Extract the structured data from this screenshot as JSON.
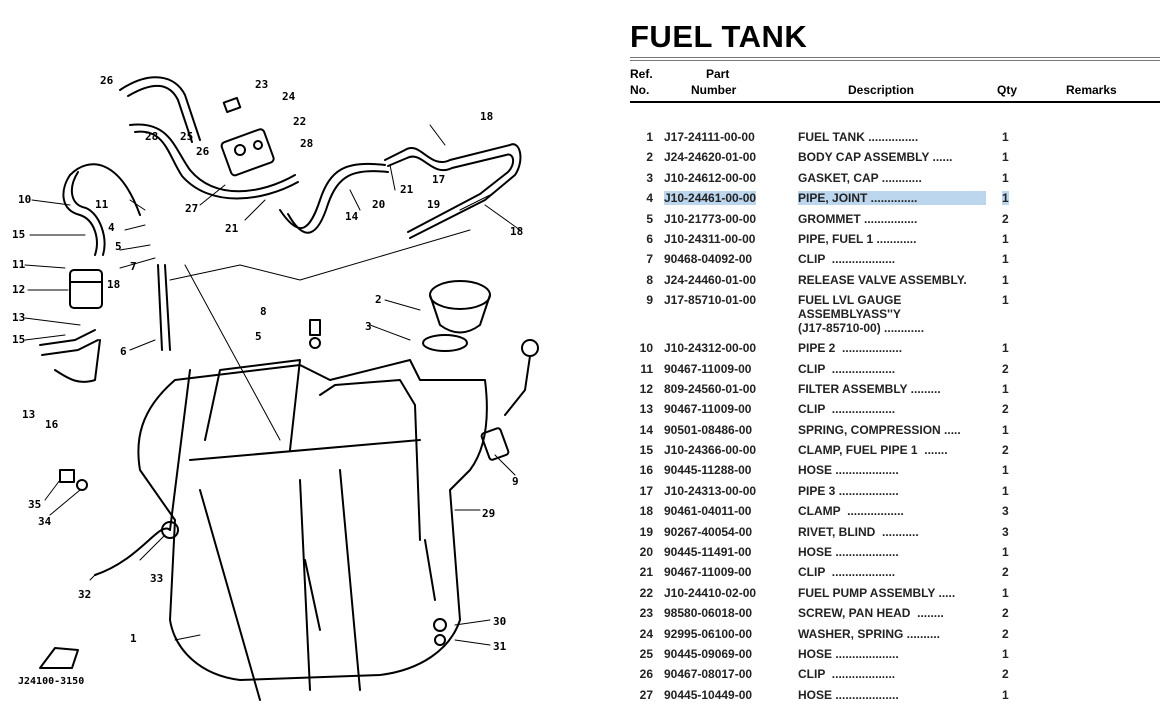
{
  "title": "FUEL TANK",
  "headers": {
    "ref_line1": "Ref.",
    "ref_line2": "No.",
    "part_line1": "Part",
    "part_line2": "Number",
    "description": "Description",
    "qty": "Qty",
    "remarks": "Remarks"
  },
  "parts": [
    {
      "ref": "1",
      "part": "J17-24111-00-00",
      "desc": "FUEL TANK ...............",
      "qty": "1"
    },
    {
      "ref": "2",
      "part": "J24-24620-01-00",
      "desc": "BODY CAP ASSEMBLY ......",
      "qty": "1"
    },
    {
      "ref": "3",
      "part": "J10-24612-00-00",
      "desc": "GASKET, CAP ............",
      "qty": "1"
    },
    {
      "ref": "4",
      "part": "J10-24461-00-00",
      "desc": "PIPE, JOINT ..............",
      "qty": "1"
    },
    {
      "ref": "5",
      "part": "J10-21773-00-00",
      "desc": "GROMMET ................",
      "qty": "2"
    },
    {
      "ref": "6",
      "part": "J10-24311-00-00",
      "desc": "PIPE, FUEL 1 ............",
      "qty": "1"
    },
    {
      "ref": "7",
      "part": "90468-04092-00",
      "desc": "CLIP  ...................",
      "qty": "1"
    },
    {
      "ref": "8",
      "part": "J24-24460-01-00",
      "desc": "RELEASE VALVE ASSEMBLY.",
      "qty": "1"
    },
    {
      "ref": "9",
      "part": "J17-85710-01-00",
      "desc": "FUEL LVL GAUGE\nASSEMBLYASS''Y\n(J17-85710-00) ............",
      "qty": "1"
    },
    {
      "ref": "10",
      "part": "J10-24312-00-00",
      "desc": "PIPE 2  ..................",
      "qty": "1"
    },
    {
      "ref": "11",
      "part": "90467-11009-00",
      "desc": "CLIP  ...................",
      "qty": "2"
    },
    {
      "ref": "12",
      "part": "809-24560-01-00",
      "desc": "FILTER ASSEMBLY .........",
      "qty": "1"
    },
    {
      "ref": "13",
      "part": "90467-11009-00",
      "desc": "CLIP  ...................",
      "qty": "2"
    },
    {
      "ref": "14",
      "part": "90501-08486-00",
      "desc": "SPRING, COMPRESSION .....",
      "qty": "1"
    },
    {
      "ref": "15",
      "part": "J10-24366-00-00",
      "desc": "CLAMP, FUEL PIPE 1  .......",
      "qty": "2"
    },
    {
      "ref": "16",
      "part": "90445-11288-00",
      "desc": "HOSE ...................",
      "qty": "1"
    },
    {
      "ref": "17",
      "part": "J10-24313-00-00",
      "desc": "PIPE 3 ..................",
      "qty": "1"
    },
    {
      "ref": "18",
      "part": "90461-04011-00",
      "desc": "CLAMP  .................",
      "qty": "3"
    },
    {
      "ref": "19",
      "part": "90267-40054-00",
      "desc": "RIVET, BLIND  ...........",
      "qty": "3"
    },
    {
      "ref": "20",
      "part": "90445-11491-00",
      "desc": "HOSE ...................",
      "qty": "1"
    },
    {
      "ref": "21",
      "part": "90467-11009-00",
      "desc": "CLIP  ...................",
      "qty": "2"
    },
    {
      "ref": "22",
      "part": "J10-24410-02-00",
      "desc": "FUEL PUMP ASSEMBLY .....",
      "qty": "1"
    },
    {
      "ref": "23",
      "part": "98580-06018-00",
      "desc": "SCREW, PAN HEAD  ........",
      "qty": "2"
    },
    {
      "ref": "24",
      "part": "92995-06100-00",
      "desc": "WASHER, SPRING ..........",
      "qty": "2"
    },
    {
      "ref": "25",
      "part": "90445-09069-00",
      "desc": "HOSE ...................",
      "qty": "1"
    },
    {
      "ref": "26",
      "part": "90467-08017-00",
      "desc": "CLIP  ...................",
      "qty": "2"
    },
    {
      "ref": "27",
      "part": "90445-10449-00",
      "desc": "HOSE ...................",
      "qty": "1"
    }
  ],
  "highlight_color": "#bcd6ee",
  "diagram": {
    "code": "J24100-3150",
    "callouts": [
      "26",
      "23",
      "24",
      "22",
      "18",
      "28",
      "25",
      "26",
      "28",
      "10",
      "11",
      "4",
      "5",
      "7",
      "15",
      "11",
      "12",
      "18",
      "13",
      "15",
      "6",
      "27",
      "21",
      "14",
      "20",
      "21",
      "17",
      "19",
      "18",
      "8",
      "5",
      "2",
      "3",
      "9",
      "16",
      "13",
      "35",
      "34",
      "33",
      "32",
      "29",
      "1",
      "30",
      "31"
    ]
  }
}
